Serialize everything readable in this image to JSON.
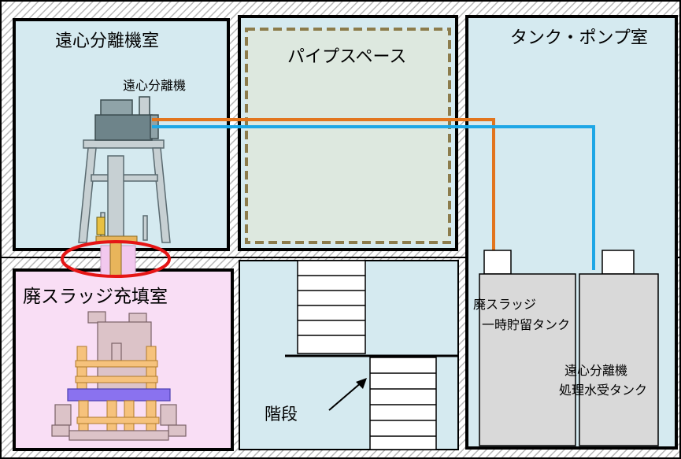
{
  "rooms": {
    "centrifuge_room": "遠心分離機室",
    "pipe_space": "パイプスペース",
    "tank_pump_room": "タンク・ポンプ室",
    "sludge_filling_room": "廃スラッジ充填室",
    "stairs": "階段"
  },
  "equipment": {
    "centrifuge": "遠心分離機",
    "sludge_tank_line1": "廃スラッジ",
    "sludge_tank_line2": "一時貯留タンク",
    "water_tank_line1": "遠心分離機",
    "water_tank_line2": "処理水受タンク"
  },
  "colors": {
    "room_fill": "#d5eaf0",
    "filling_room_fill": "#f9def5",
    "orange_pipe": "#e2751e",
    "blue_pipe": "#1ea7e6",
    "pipe_space_border": "#8c7c4c",
    "tank_fill": "#d9d9d9",
    "highlight_circle": "#e51515"
  }
}
